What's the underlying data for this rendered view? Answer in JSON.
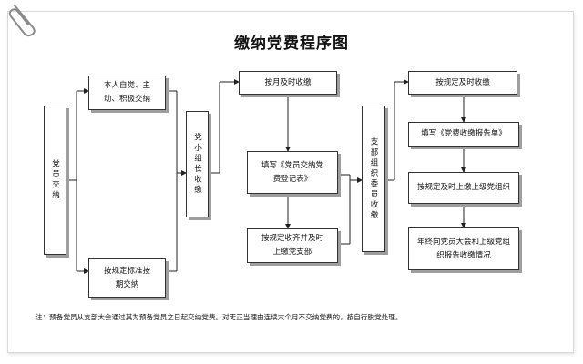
{
  "title": "缴纳党费程序图",
  "nodes": {
    "party_member": "党员交纳",
    "self_pay": "本人自觉、主动、积极交纳",
    "standard_pay": "按规定标准按期交纳",
    "group_leader": "党小组长收缴",
    "monthly_collect": "按月及时收缴",
    "fill_register": "填写《党员交纳党费登记表》",
    "submit_branch": "按规定收齐并及时上缴党支部",
    "branch_committee": "支部组织委员收缴",
    "timely_collect": "按规定及时收缴",
    "fill_report": "填写《党费收缴报告单》",
    "submit_upper": "按规定及时上缴上级党组织",
    "annual_report": "年终向党员大会和上级党组织报告收缴情况"
  },
  "note": "注：预备党员从支部大会通过其为预备党员之日起交纳党费。对无正当理由连续六个月不交纳党费的，按自行脱党处理。"
}
